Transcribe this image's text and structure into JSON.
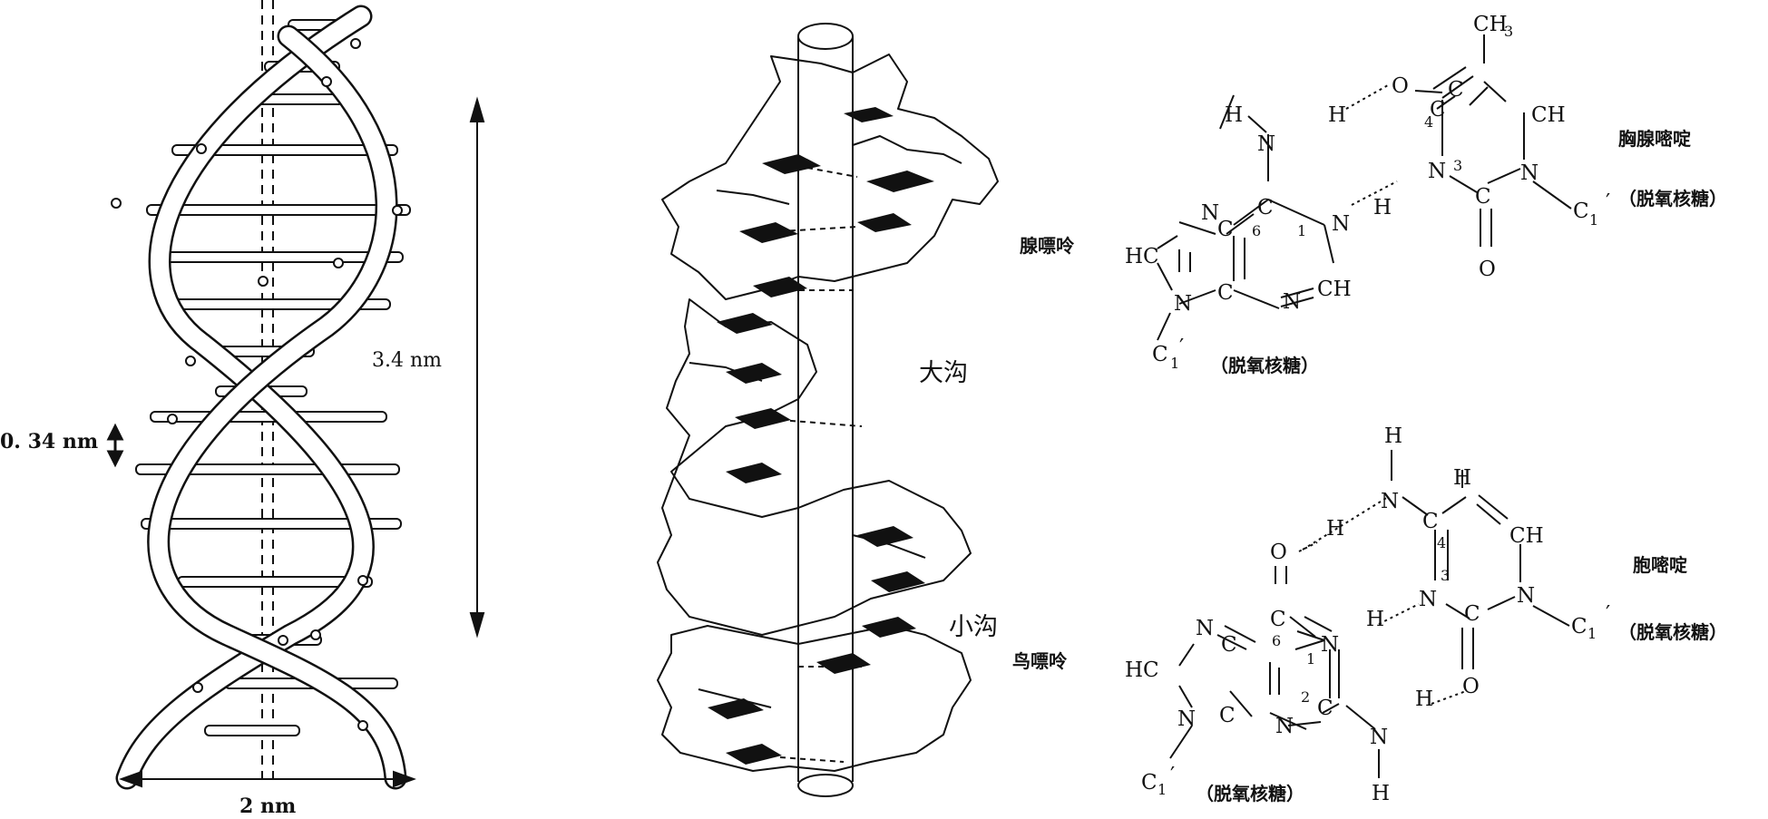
{
  "labels": {
    "width": "2 nm",
    "pitch": "3.4 nm",
    "rise": "0. 34 nm",
    "major_groove": "大沟",
    "minor_groove": "小沟",
    "adenine": "腺嘌呤",
    "guanine": "鸟嘌呤",
    "thymine": "胸腺嘧啶",
    "cytosine": "胞嘧啶",
    "deoxyribose": "（脱氧核糖）",
    "deoxyribose_close": "（脱氧核糖）"
  },
  "atoms": {
    "H": "H",
    "N": "N",
    "C": "C",
    "O": "O",
    "HC": "HC",
    "CH": "CH",
    "CH3": "CH",
    "sub3": "3",
    "c1": "C",
    "sub1": "1",
    "prime": "′",
    "n1": "1",
    "n2": "2",
    "n3": "3",
    "n4": "4",
    "n6": "6"
  }
}
